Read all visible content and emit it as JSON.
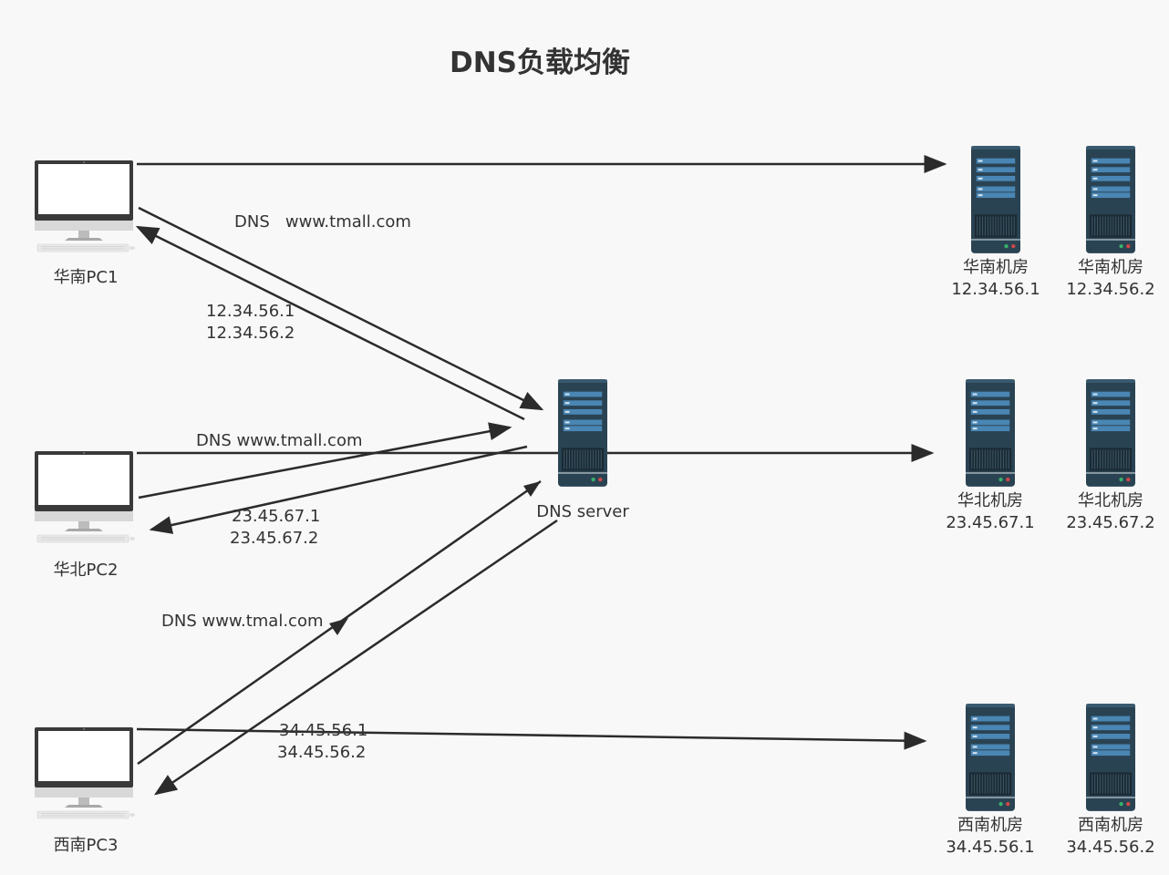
{
  "title": "DNS负载均衡",
  "colors": {
    "line": "#2b2b2b",
    "text": "#333333",
    "server_body": "#2a4353",
    "server_slot": "#4a86b4",
    "monitor_frame": "#3a3a3a",
    "background": "#f8f8f8"
  },
  "clients": [
    {
      "label": "华南PC1",
      "icon": "desktop-computer-icon"
    },
    {
      "label": "华北PC2",
      "icon": "desktop-computer-icon"
    },
    {
      "label": "西南PC3",
      "icon": "desktop-computer-icon"
    }
  ],
  "dns_server": {
    "label": "DNS server",
    "icon": "server-icon"
  },
  "datacenters": [
    {
      "name": "华南机房",
      "ip": "12.34.56.1",
      "icon": "server-icon"
    },
    {
      "name": "华南机房",
      "ip": "12.34.56.2",
      "icon": "server-icon"
    },
    {
      "name": "华北机房",
      "ip": "23.45.67.1",
      "icon": "server-icon"
    },
    {
      "name": "华北机房",
      "ip": "23.45.67.2",
      "icon": "server-icon"
    },
    {
      "name": "西南机房",
      "ip": "34.45.56.1",
      "icon": "server-icon"
    },
    {
      "name": "西南机房",
      "ip": "34.45.56.2",
      "icon": "server-icon"
    }
  ],
  "queries": [
    {
      "text": "DNS   www.tmall.com"
    },
    {
      "text": "DNS www.tmall.com"
    },
    {
      "text": "DNS www.tmal.com"
    }
  ],
  "responses": [
    {
      "line1": "12.34.56.1",
      "line2": "12.34.56.2"
    },
    {
      "line1": "23.45.67.1",
      "line2": "23.45.67.2"
    },
    {
      "line1": "34.45.56.1",
      "line2": "34.45.56.2"
    }
  ]
}
